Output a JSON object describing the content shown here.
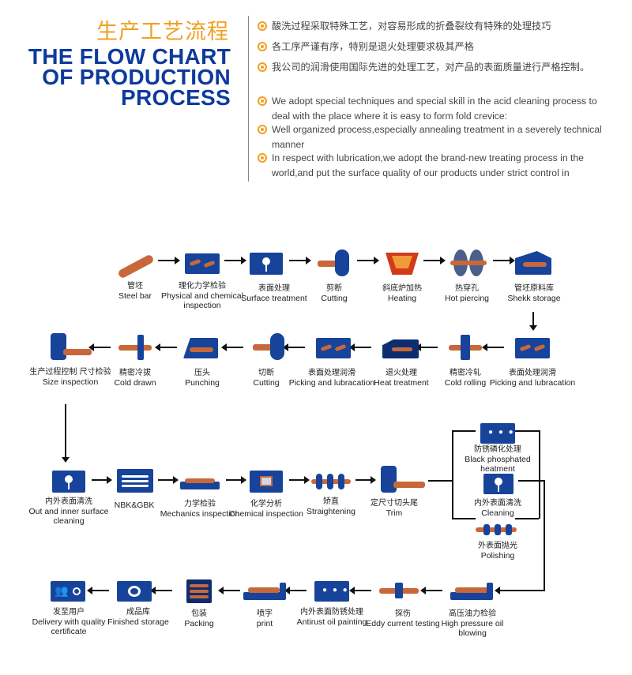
{
  "header": {
    "title_cn": "生产工艺流程",
    "title_en_lines": [
      "THE FLOW CHART",
      "OF PRODUCTION",
      "PROCESS"
    ],
    "bullets": [
      "酸洗过程采取特殊工艺，对容易形成的折叠裂纹有特殊的处理技巧",
      "各工序严谨有序，特别是退火处理要求极其严格",
      "我公司的润滑使用国际先进的处理工艺，对产品的表面质量进行严格控制。",
      "We adopt special techniques and special skill in the acid cleaning process to deal with the place where it is easy to form fold crevice:",
      "Well organized process,especially annealing treatment in a severely technical manner",
      "In respect with lubrication,we adopt the brand-new treating process in the world,and put the surface quality of our products under strict control in"
    ]
  },
  "colors": {
    "accent": "#f0a020",
    "brand_blue": "#0d3a9c",
    "icon_blue": "#17439a",
    "copper": "#c8683a"
  },
  "steps": {
    "s1": {
      "cn": "管坯",
      "en": "Steel bar",
      "icon": "steel-bar-icon"
    },
    "s2": {
      "cn": "理化力学检验",
      "en": "Physical and chemical inspection",
      "icon": "inspection-icon"
    },
    "s3": {
      "cn": "表面处理",
      "en": "Surface treatment",
      "icon": "surface-treatment-icon"
    },
    "s4": {
      "cn": "剪断",
      "en": "Cutting",
      "icon": "cutting-icon"
    },
    "s5": {
      "cn": "斜底炉加热",
      "en": "Heating",
      "icon": "furnace-icon"
    },
    "s6": {
      "cn": "热穿孔",
      "en": "Hot piercing",
      "icon": "piercing-icon"
    },
    "s7": {
      "cn": "管坯原料库",
      "en": "Shekk storage",
      "icon": "storage-icon"
    },
    "s8": {
      "cn": "表面处理润滑",
      "en": "Picking and lubracation",
      "icon": "pickling-icon"
    },
    "s9": {
      "cn": "精密冷轧",
      "en": "Cold rolling",
      "icon": "cold-rolling-icon"
    },
    "s10": {
      "cn": "退火处理",
      "en": "Heat treatment",
      "icon": "annealing-icon"
    },
    "s11": {
      "cn": "表面处理润滑",
      "en": "Picking and lubracation",
      "icon": "pickling-icon"
    },
    "s12": {
      "cn": "切断",
      "en": "Cutting",
      "icon": "cutting-icon"
    },
    "s13": {
      "cn": "压头",
      "en": "Punching",
      "icon": "punching-icon"
    },
    "s14": {
      "cn": "精密冷拔",
      "en": "Cold drawn",
      "icon": "cold-drawn-icon"
    },
    "s15": {
      "cn": "生产过程控制 尺寸检验",
      "en": "Size inspection",
      "icon": "size-inspection-icon"
    },
    "s16": {
      "cn": "内外表面清洗",
      "en": "Out and inner surface cleaning",
      "icon": "cleaning-icon"
    },
    "s17": {
      "cn": "",
      "en": "NBK&GBK",
      "icon": "nbk-gbk-icon"
    },
    "s18": {
      "cn": "力学检验",
      "en": "Mechanics inspection",
      "icon": "mechanics-icon"
    },
    "s19": {
      "cn": "化学分析",
      "en": "Chemical inspection",
      "icon": "chemical-icon"
    },
    "s20": {
      "cn": "矫直",
      "en": "Straightening",
      "icon": "straightening-icon"
    },
    "s21": {
      "cn": "定尺寸切头尾",
      "en": "Trim",
      "icon": "trim-icon"
    },
    "s22": {
      "cn": "防锈磷化处理",
      "en": "Black phosphated heatment",
      "icon": "phosphating-icon"
    },
    "s23": {
      "cn": "内外表面清洗",
      "en": "Cleaning",
      "icon": "cleaning-icon"
    },
    "s24": {
      "cn": "外表面抛光",
      "en": "Polishing",
      "icon": "polishing-icon"
    },
    "s25": {
      "cn": "高压油力检验",
      "en": "High pressure oil blowing",
      "icon": "pressure-test-icon"
    },
    "s26": {
      "cn": "探伤",
      "en": "Eddy current testing",
      "icon": "eddy-current-icon"
    },
    "s27": {
      "cn": "内外表面防锈处理",
      "en": "Antirust oil painting",
      "icon": "antirust-icon"
    },
    "s28": {
      "cn": "喷字",
      "en": "print",
      "icon": "printing-icon"
    },
    "s29": {
      "cn": "包装",
      "en": "Packing",
      "icon": "packing-icon"
    },
    "s30": {
      "cn": "成品库",
      "en": "Finished storage",
      "icon": "finished-storage-icon"
    },
    "s31": {
      "cn": "发至用户",
      "en": "Delivery with quality certificate",
      "icon": "delivery-icon"
    }
  }
}
